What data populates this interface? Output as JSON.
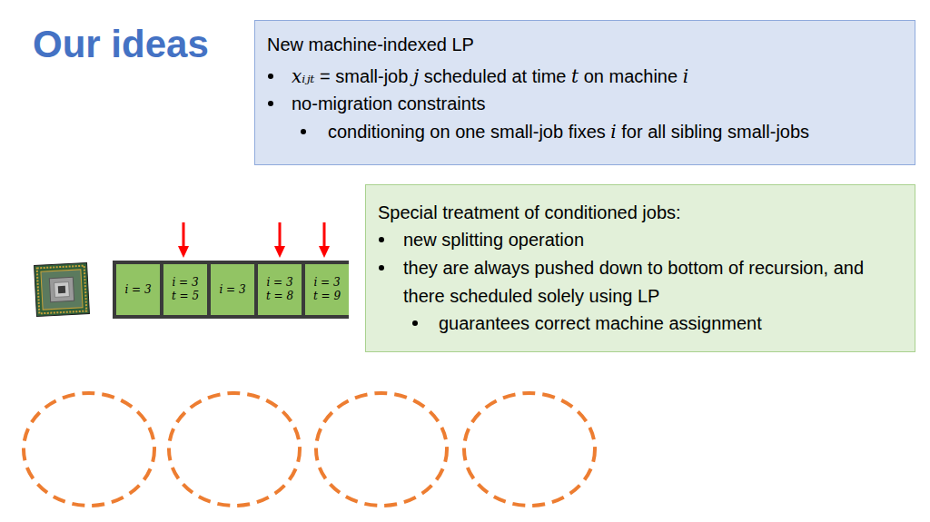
{
  "diagram": {
    "title": "Our ideas",
    "nodes": [
      {
        "text": [
          "New machine-indexed LP",
          "xᵢⱼₜ = small-job j scheduled at time t on machine i",
          "no-migration constraints",
          "conditioning on one small-job fixes i for all sibling small-jobs"
        ]
      },
      {
        "text": [
          "Special treatment of conditioned jobs:",
          "new splitting operation",
          "they are always pushed down to bottom of recursion, and there scheduled solely using LP",
          "guarantees correct machine assignment"
        ]
      },
      {
        "text": [
          "i = 3"
        ]
      },
      {
        "text": [
          "i = 3",
          "t = 5"
        ]
      },
      {
        "text": [
          "i = 3"
        ]
      },
      {
        "text": [
          "i = 3",
          "t = 8"
        ]
      },
      {
        "text": [
          "i = 3",
          "t = 9"
        ]
      }
    ]
  }
}
